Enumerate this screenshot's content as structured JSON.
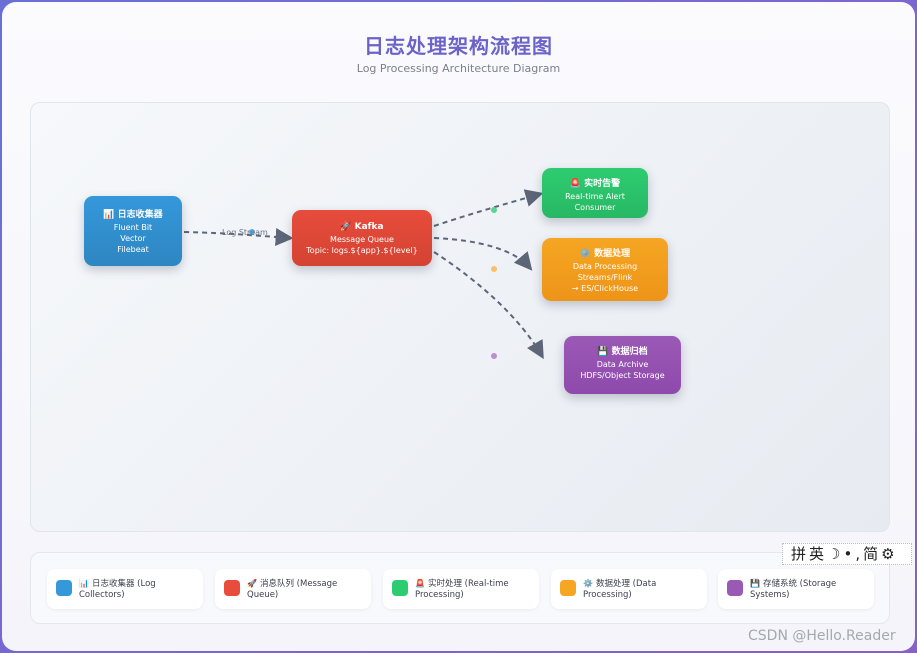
{
  "header": {
    "title": "日志处理架构流程图",
    "subtitle": "Log Processing Architecture Diagram"
  },
  "nodes": {
    "collector": {
      "icon": "📊",
      "title": "日志收集器",
      "lines": [
        "Fluent Bit",
        "Vector",
        "Filebeat"
      ],
      "color": "#3498db"
    },
    "kafka": {
      "icon": "🚀",
      "title": "Kafka",
      "lines": [
        "Message Queue",
        "Topic: logs.${app}.${level}"
      ],
      "color": "#e74c3c"
    },
    "alert": {
      "icon": "🚨",
      "title": "实时告警",
      "lines": [
        "Real-time Alert",
        "Consumer"
      ],
      "color": "#2ecc71"
    },
    "processing": {
      "icon": "⚙️",
      "title": "数据处理",
      "lines": [
        "Data Processing",
        "Streams/Flink",
        "→ ES/ClickHouse"
      ],
      "color": "#f5a623"
    },
    "archive": {
      "icon": "💾",
      "title": "数据归档",
      "lines": [
        "Data Archive",
        "HDFS/Object Storage"
      ],
      "color": "#9b59b6"
    }
  },
  "edges": {
    "stream_label": "Log Stream"
  },
  "legend": [
    {
      "icon": "📊",
      "label": "日志收集器 (Log Collectors)",
      "color": "#3498db"
    },
    {
      "icon": "🚀",
      "label": "消息队列 (Message Queue)",
      "color": "#e74c3c"
    },
    {
      "icon": "🚨",
      "label": "实时处理 (Real-time Processing)",
      "color": "#2ecc71"
    },
    {
      "icon": "⚙️",
      "label": "数据处理 (Data Processing)",
      "color": "#f5a623"
    },
    {
      "icon": "💾",
      "label": "存储系统 (Storage Systems)",
      "color": "#9b59b6"
    }
  ],
  "ime_toolbar": {
    "items": [
      "拼",
      "英",
      "☽",
      "•,",
      "简",
      "⚙"
    ]
  },
  "watermark": "CSDN @Hello.Reader"
}
